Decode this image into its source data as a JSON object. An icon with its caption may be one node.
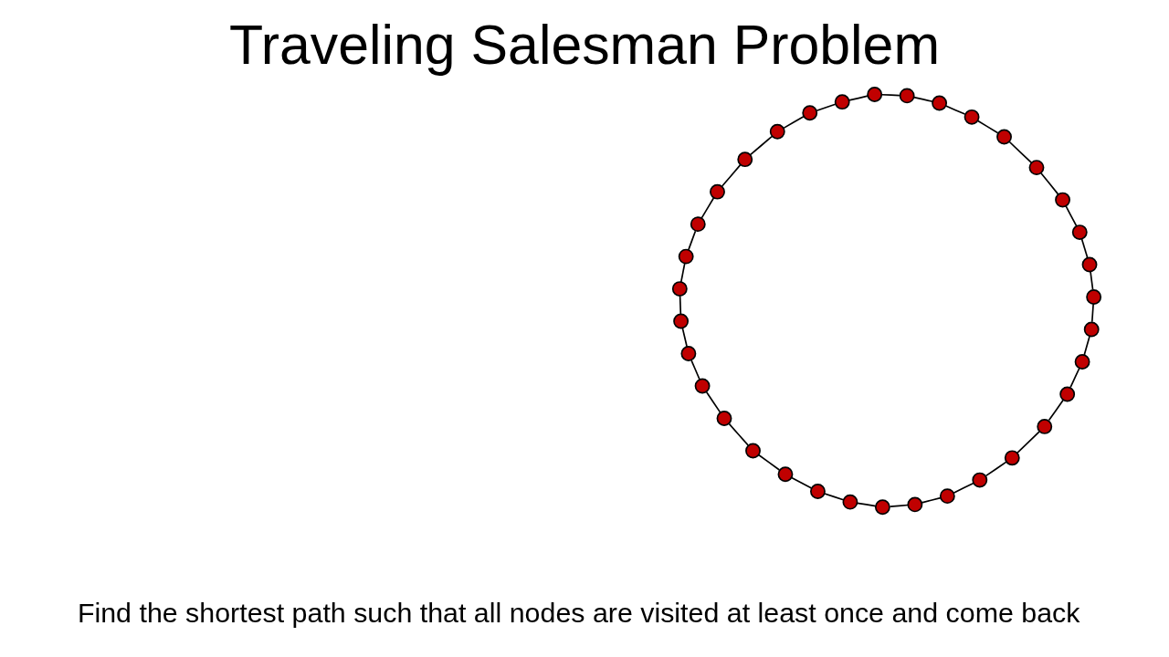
{
  "diagram": {
    "title": "Traveling Salesman Problem",
    "nodes": [
      {
        "text": [],
        "shape": "circle"
      },
      {
        "text": [],
        "shape": "circle"
      },
      {
        "text": [],
        "shape": "circle"
      },
      {
        "text": [],
        "shape": "circle"
      },
      {
        "text": [],
        "shape": "circle"
      },
      {
        "text": [],
        "shape": "circle"
      },
      {
        "text": [],
        "shape": "circle"
      },
      {
        "text": [],
        "shape": "circle"
      },
      {
        "text": [],
        "shape": "circle"
      },
      {
        "text": [],
        "shape": "circle"
      },
      {
        "text": [],
        "shape": "circle"
      },
      {
        "text": [],
        "shape": "circle"
      },
      {
        "text": [],
        "shape": "circle"
      },
      {
        "text": [],
        "shape": "circle"
      },
      {
        "text": [],
        "shape": "circle"
      },
      {
        "text": [],
        "shape": "circle"
      },
      {
        "text": [],
        "shape": "circle"
      },
      {
        "text": [],
        "shape": "circle"
      },
      {
        "text": [],
        "shape": "circle"
      },
      {
        "text": [],
        "shape": "circle"
      },
      {
        "text": [],
        "shape": "circle"
      },
      {
        "text": [],
        "shape": "circle"
      },
      {
        "text": [],
        "shape": "circle"
      },
      {
        "text": [],
        "shape": "circle"
      },
      {
        "text": [],
        "shape": "circle"
      },
      {
        "text": [],
        "shape": "circle"
      },
      {
        "text": [],
        "shape": "circle"
      },
      {
        "text": [],
        "shape": "circle"
      },
      {
        "text": [],
        "shape": "circle"
      },
      {
        "text": [],
        "shape": "circle"
      },
      {
        "text": [],
        "shape": "circle"
      },
      {
        "text": [],
        "shape": "circle"
      },
      {
        "text": [],
        "shape": "circle"
      },
      {
        "text": [],
        "shape": "circle"
      },
      {
        "text": [],
        "shape": "circle"
      }
    ],
    "edges": [
      {
        "from": 0,
        "to": 4,
        "arrow": "none"
      },
      {
        "from": 4,
        "to": 10,
        "arrow": "none"
      },
      {
        "from": 10,
        "to": 16,
        "arrow": "none"
      },
      {
        "from": 16,
        "to": 8,
        "arrow": "none"
      },
      {
        "from": 8,
        "to": 13,
        "arrow": "none"
      },
      {
        "from": 13,
        "to": 21,
        "arrow": "none"
      },
      {
        "from": 21,
        "to": 22,
        "arrow": "none"
      },
      {
        "from": 22,
        "to": 34,
        "arrow": "none"
      },
      {
        "from": 34,
        "to": 26,
        "arrow": "none"
      },
      {
        "from": 26,
        "to": 28,
        "arrow": "none"
      },
      {
        "from": 28,
        "to": 24,
        "arrow": "none"
      },
      {
        "from": 24,
        "to": 23,
        "arrow": "none"
      },
      {
        "from": 23,
        "to": 31,
        "arrow": "none"
      },
      {
        "from": 31,
        "to": 32,
        "arrow": "none"
      },
      {
        "from": 32,
        "to": 33,
        "arrow": "none"
      },
      {
        "from": 33,
        "to": 29,
        "arrow": "none"
      },
      {
        "from": 29,
        "to": 30,
        "arrow": "none"
      },
      {
        "from": 30,
        "to": 27,
        "arrow": "none"
      },
      {
        "from": 27,
        "to": 25,
        "arrow": "none"
      },
      {
        "from": 25,
        "to": 20,
        "arrow": "none"
      },
      {
        "from": 20,
        "to": 17,
        "arrow": "none"
      },
      {
        "from": 17,
        "to": 3,
        "arrow": "none"
      },
      {
        "from": 3,
        "to": 2,
        "arrow": "none"
      },
      {
        "from": 2,
        "to": 5,
        "arrow": "none"
      },
      {
        "from": 5,
        "to": 1,
        "arrow": "none"
      },
      {
        "from": 1,
        "to": 6,
        "arrow": "none"
      },
      {
        "from": 6,
        "to": 14,
        "arrow": "none"
      },
      {
        "from": 14,
        "to": 15,
        "arrow": "none"
      },
      {
        "from": 15,
        "to": 19,
        "arrow": "none"
      },
      {
        "from": 19,
        "to": 18,
        "arrow": "none"
      },
      {
        "from": 18,
        "to": 12,
        "arrow": "none"
      },
      {
        "from": 12,
        "to": 11,
        "arrow": "none"
      },
      {
        "from": 11,
        "to": 9,
        "arrow": "none"
      },
      {
        "from": 9,
        "to": 7,
        "arrow": "none"
      },
      {
        "from": 7,
        "to": 0,
        "arrow": "none"
      }
    ],
    "labels": [
      "Find the shortest path such that all nodes are visited at least once and come back"
    ]
  }
}
